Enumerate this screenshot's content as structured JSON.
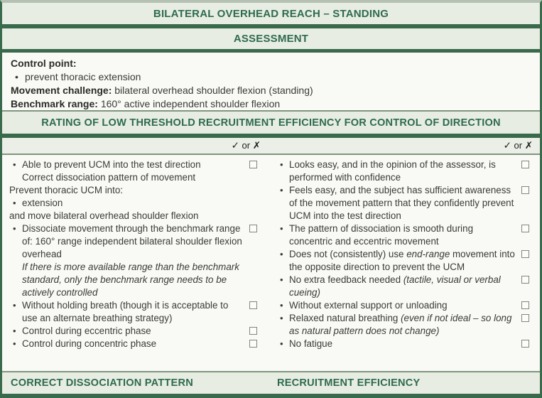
{
  "title": "BILATERAL OVERHEAD REACH – STANDING",
  "assessment": {
    "header": "ASSESSMENT",
    "control_point_label": "Control point:",
    "control_point_bullet": "prevent thoracic extension",
    "movement_challenge_label": "Movement challenge:",
    "movement_challenge_value": "bilateral overhead shoulder flexion (standing)",
    "benchmark_range_label": "Benchmark range:",
    "benchmark_range_value": "160° active independent shoulder flexion"
  },
  "rating": {
    "header": "RATING OF LOW THRESHOLD RECRUITMENT EFFICIENCY FOR CONTROL OF DIRECTION",
    "tick_check": "✓",
    "tick_or": " or ",
    "tick_cross": "✗",
    "left_items": [
      {
        "marker": "bullet",
        "checkbox": true,
        "segs": [
          {
            "t": "Able to prevent UCM into the test direction"
          },
          {
            "t": "Correct dissociation pattern of movement",
            "br": true
          }
        ]
      },
      {
        "marker": "flush",
        "checkbox": false,
        "segs": [
          {
            "t": "Prevent thoracic UCM into:"
          }
        ]
      },
      {
        "marker": "bullet",
        "checkbox": false,
        "segs": [
          {
            "t": "extension"
          }
        ]
      },
      {
        "marker": "flush",
        "checkbox": false,
        "segs": [
          {
            "t": "and move bilateral overhead shoulder flexion"
          }
        ]
      },
      {
        "marker": "bullet",
        "checkbox": true,
        "segs": [
          {
            "t": "Dissociate movement through the benchmark range of: 160° range independent bilateral shoulder flexion overhead"
          },
          {
            "t": "If there is more available range than the benchmark standard, only the benchmark range needs to be actively controlled",
            "i": true,
            "br": true
          }
        ]
      },
      {
        "marker": "bullet",
        "checkbox": true,
        "segs": [
          {
            "t": "Without holding breath (though it is acceptable to use an alternate breathing strategy)"
          }
        ]
      },
      {
        "marker": "bullet",
        "checkbox": true,
        "segs": [
          {
            "t": "Control during eccentric phase"
          }
        ]
      },
      {
        "marker": "bullet",
        "checkbox": true,
        "segs": [
          {
            "t": "Control during concentric phase"
          }
        ]
      }
    ],
    "right_items": [
      {
        "marker": "bullet",
        "checkbox": true,
        "segs": [
          {
            "t": "Looks easy, and in the opinion of the assessor, is performed with confidence"
          }
        ]
      },
      {
        "marker": "bullet",
        "checkbox": true,
        "segs": [
          {
            "t": "Feels easy, and the subject has sufficient awareness of the movement pattern that they confidently prevent UCM into the test direction"
          }
        ]
      },
      {
        "marker": "bullet",
        "checkbox": true,
        "segs": [
          {
            "t": "The pattern of dissociation is smooth during concentric and eccentric movement"
          }
        ]
      },
      {
        "marker": "bullet",
        "checkbox": true,
        "segs": [
          {
            "t": "Does not (consistently) use "
          },
          {
            "t": "end-range",
            "i": true
          },
          {
            "t": " movement into the opposite direction to prevent the UCM"
          }
        ]
      },
      {
        "marker": "bullet",
        "checkbox": true,
        "segs": [
          {
            "t": "No extra feedback needed "
          },
          {
            "t": "(tactile, visual or verbal cueing)",
            "i": true
          }
        ]
      },
      {
        "marker": "bullet",
        "checkbox": true,
        "segs": [
          {
            "t": "Without external support or unloading"
          }
        ]
      },
      {
        "marker": "bullet",
        "checkbox": true,
        "segs": [
          {
            "t": "Relaxed natural breathing "
          },
          {
            "t": "(even if not ideal – so long as natural pattern does not change)",
            "i": true
          }
        ]
      },
      {
        "marker": "bullet",
        "checkbox": true,
        "segs": [
          {
            "t": "No fatigue"
          }
        ]
      }
    ]
  },
  "footer": {
    "left": "CORRECT DISSOCIATION PATTERN",
    "right": "RECRUITMENT EFFICIENCY"
  },
  "colors": {
    "accent_green": "#3a6a4c",
    "header_text_green": "#2e6b4d",
    "bar_background": "#e8ede4",
    "content_background": "#f9faf6",
    "thin_rule": "#7f967c",
    "body_text": "#3a3a36"
  }
}
